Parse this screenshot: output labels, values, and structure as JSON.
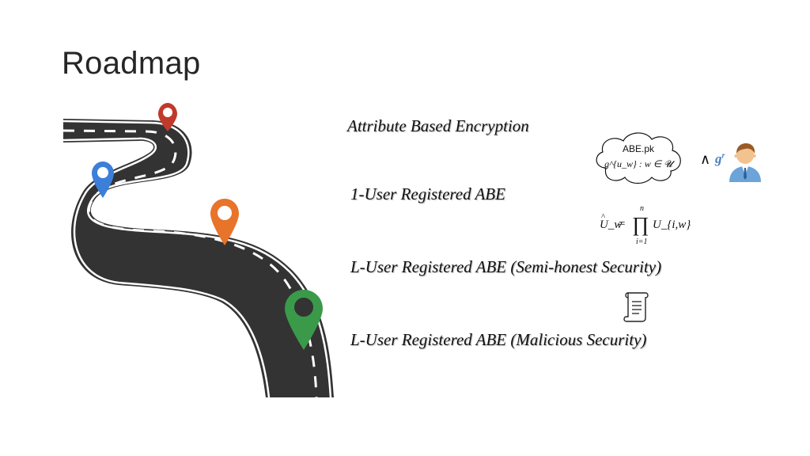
{
  "slide": {
    "title": "Roadmap"
  },
  "roadmap": {
    "items": [
      {
        "label": "Attribute Based Encryption"
      },
      {
        "label": "1-User Registered ABE"
      },
      {
        "label": "L-User Registered ABE (Semi-honest Security)"
      },
      {
        "label": "L-User Registered ABE (Malicious Security)"
      }
    ],
    "pin_colors": {
      "red": "#c0392b",
      "blue": "#3b7fd9",
      "orange": "#e8732a",
      "green": "#3a9a4a"
    }
  },
  "annotations": {
    "cloud_title": "ABE.pk",
    "cloud_formula": "g^{u_w} : w ∈ 𝓤",
    "wedge": "∧",
    "gr_base": "g",
    "gr_exp": "r",
    "formula_lhs": "U_w",
    "formula_hat": "^",
    "formula_eq": "=",
    "formula_prod": "∏",
    "formula_upper": "n",
    "formula_lower": "i=1",
    "formula_rhs": "U_{i,w}"
  },
  "icons": [
    "map-pin-icon",
    "user-avatar-icon",
    "cloud-icon",
    "scroll-icon"
  ]
}
